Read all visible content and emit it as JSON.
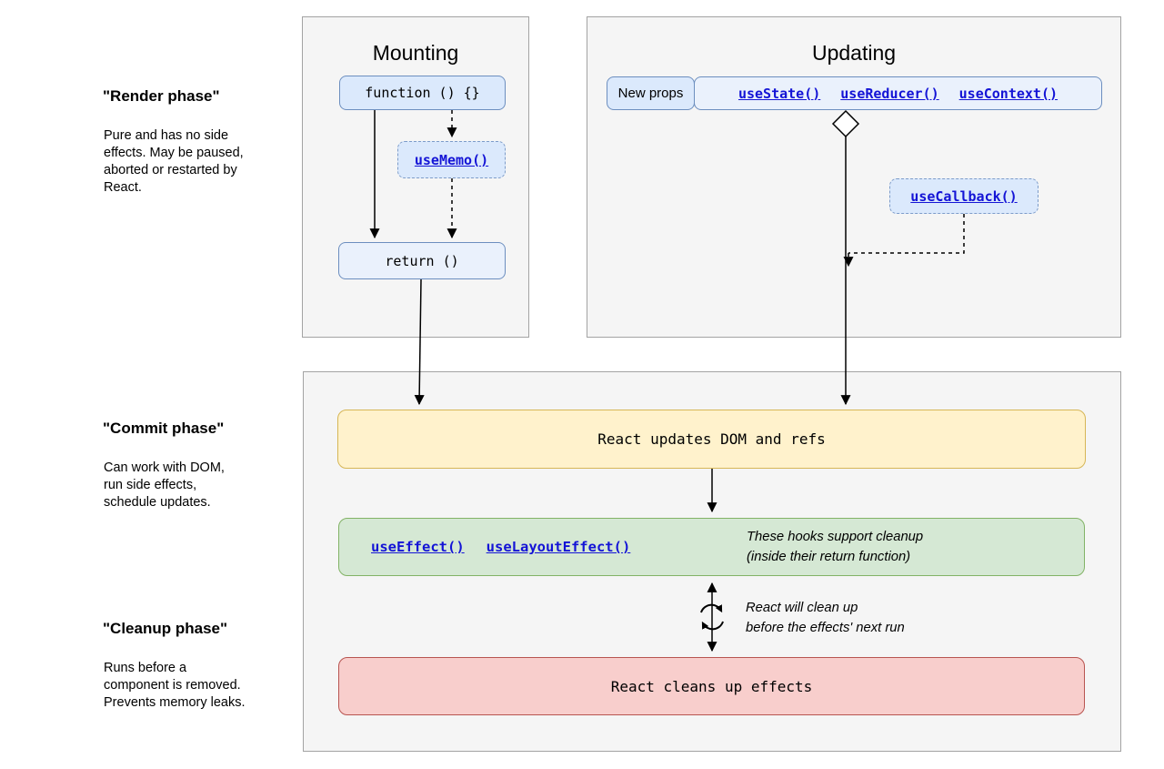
{
  "labels": {
    "render": {
      "title": "\"Render phase\"",
      "body": "Pure and has no side\neffects. May be paused,\naborted or restarted by\nReact."
    },
    "commit": {
      "title": "\"Commit phase\"",
      "body": "Can work with DOM,\nrun side effects,\nschedule updates."
    },
    "cleanup": {
      "title": "\"Cleanup phase\"",
      "body": "Runs before a\ncomponent is removed.\nPrevents memory leaks."
    }
  },
  "panels": {
    "mounting": {
      "title": "Mounting"
    },
    "updating": {
      "title": "Updating"
    }
  },
  "nodes": {
    "function": "function () {}",
    "use_memo": "useMemo()",
    "return": "return ()",
    "new_props": "New props",
    "use_state": "useState()",
    "use_reducer": "useReducer()",
    "use_context": "useContext()",
    "use_callback": "useCallback()",
    "update_dom": "React updates DOM and refs",
    "use_effect": "useEffect()",
    "use_layout_effect": "useLayoutEffect()",
    "cleanup_effects": "React cleans up effects"
  },
  "notes": {
    "hooks_cleanup": "These hooks support cleanup\n(inside their return function)",
    "will_clean_up": "React will clean up\nbefore the effects' next run"
  },
  "colors": {
    "panel_bg": "#f5f5f5",
    "panel_border": "#a3a3a3",
    "blue_bg": "#dbe9fc",
    "blue_bg_light": "#eaf1fc",
    "blue_border": "#6c8ebf",
    "link_blue": "#1414d6",
    "yellow_bg": "#fff2cc",
    "yellow_border": "#d6b656",
    "green_bg": "#d5e8d4",
    "green_border": "#82b366",
    "red_bg": "#f8cecc",
    "red_border": "#b85450",
    "arrow": "#000000"
  }
}
